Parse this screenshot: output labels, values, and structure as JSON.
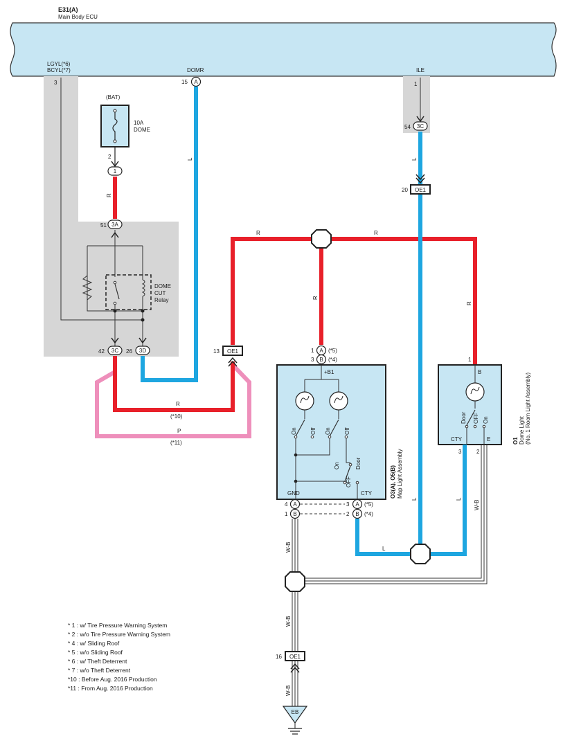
{
  "ecu": {
    "code": "E31(A)",
    "name": "Main Body ECU"
  },
  "ecu_terminals": {
    "lgyl": "LGYL(*6)",
    "bcyl": "BCYL(*7)",
    "domr": "DOMR",
    "ile": "ILE"
  },
  "pin_numbers": {
    "p3": "3",
    "p15": "15",
    "p1": "1",
    "p54": "54",
    "p20": "20",
    "p2": "2",
    "p51": "51",
    "p13": "13",
    "p42": "42",
    "p26": "26",
    "map_a": "1",
    "map_b": "3",
    "dome_b": "1",
    "map_gnd_a": "4",
    "map_gnd_b": "1",
    "map_cty_a": "3",
    "map_cty_b": "2",
    "dome_cty": "3",
    "dome_e": "2",
    "ground_16": "16"
  },
  "connectors": {
    "A": "A",
    "B": "B",
    "c3C": "3C",
    "c3A": "3A",
    "c3D": "3D",
    "oe1": "OE1",
    "one": "1",
    "eb": "EB"
  },
  "fuse": {
    "source": "(BAT)",
    "rating": "10A",
    "name": "DOME"
  },
  "relay": {
    "line1": "DOME",
    "line2": "CUT",
    "line3": "Relay"
  },
  "wire_colors": {
    "r": "R",
    "l": "L",
    "p": "P",
    "wb": "W-B"
  },
  "variants": {
    "v5": "(*5)",
    "v4": "(*4)",
    "v10": "(*10)",
    "v11": "(*11)"
  },
  "map_light": {
    "ref": "O3(A), O5(B)",
    "name": "Map Light Assembly",
    "b1": "+B1",
    "gnd": "GND",
    "cty": "CTY",
    "on": "On",
    "off": "Off",
    "off_caps": "OFF",
    "door": "Door"
  },
  "dome_light": {
    "ref": "O1",
    "name": "Dome Light",
    "sub": "(No. 1 Room Light Assembly)",
    "b": "B",
    "cty": "CTY",
    "e": "E",
    "door": "Door",
    "off": "OFF",
    "on": "On"
  },
  "notes": [
    "* 1 : w/ Tire Pressure Warning System",
    "* 2 : w/o Tire Pressure Warning System",
    "* 4 : w/ Sliding Roof",
    "* 5 : w/o Sliding Roof",
    "* 6 : w/ Theft Deterrent",
    "* 7 : w/o Theft Deterrent",
    "*10 : Before Aug.  2016 Production",
    "*11 : From Aug.  2016 Production"
  ],
  "colors": {
    "red": "#e8202a",
    "blue": "#1ea6e0",
    "pink": "#ee8fbb",
    "panel": "#c7e6f3",
    "shade": "#d6d6d6"
  }
}
